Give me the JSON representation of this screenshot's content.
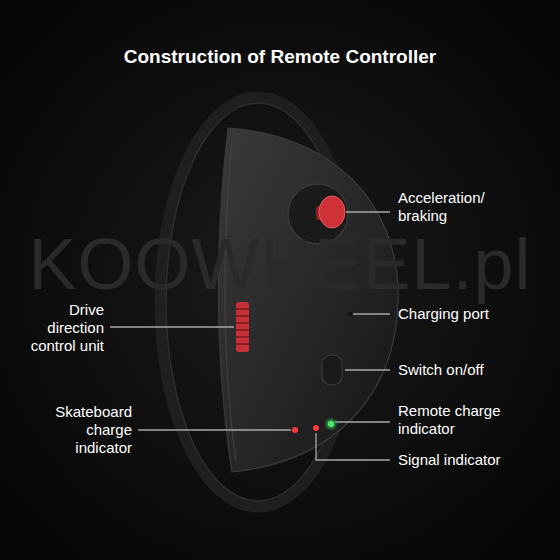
{
  "diagram": {
    "title": "Construction of Remote Controller",
    "labels": [
      "Acceleration/ braking",
      "Drive direction control unit",
      "Charging port",
      "Switch on/off",
      "Skateboard charge indicator",
      "Remote charge indicator",
      "Signal indicator",
      "KOOWHEEL.pl"
    ]
  }
}
